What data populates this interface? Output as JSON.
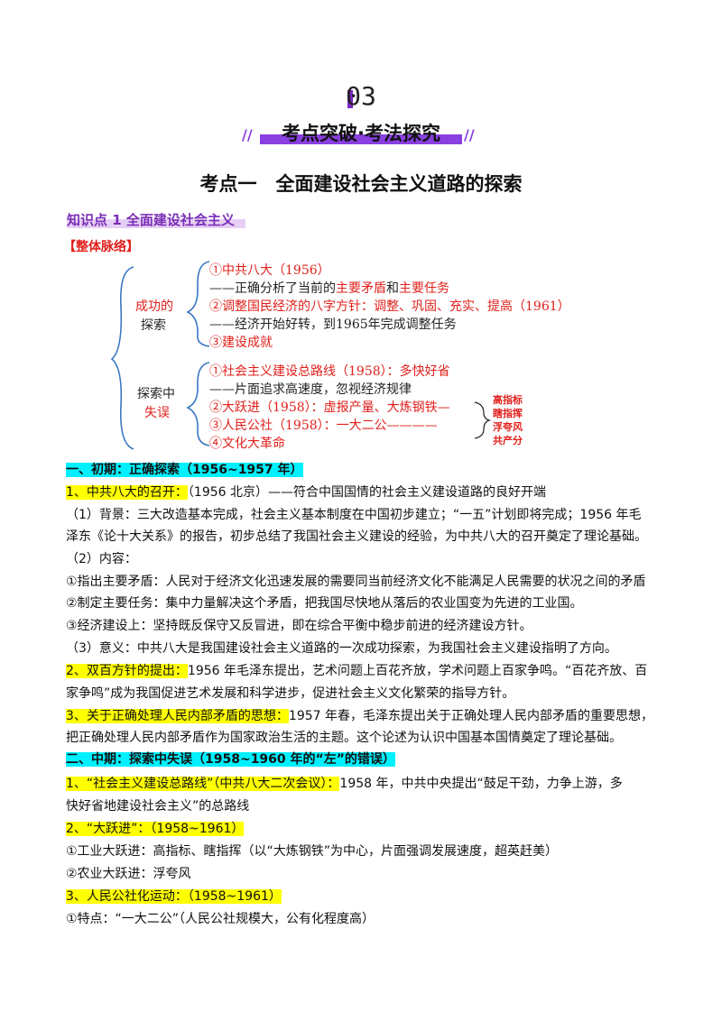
{
  "header": {
    "number": "03",
    "banner": "考点突破·考法探究",
    "slash_left": "//",
    "slash_right": "//"
  },
  "kaodian_title": "考点一　全面建设社会主义道路的探索",
  "zhishidian": "知识点 1  全面建设社会主义",
  "overall_tag": "【整体脉络】",
  "mindmap": {
    "branch1_label_a": "成功的",
    "branch1_label_b": "探索",
    "branch2_label_a": "探索中",
    "branch2_label_b": "失误",
    "b1": {
      "i1": "①中共八大（1956）",
      "i1_sub_a": "——正确分析了当前的",
      "i1_sub_red1": "主要矛盾",
      "i1_sub_b": "和",
      "i1_sub_red2": "主要任务",
      "i2": "②调整国民经济的八字方针：调整、巩固、充实、提高（1961）",
      "i2_sub": "——经济开始好转，到1965年完成调整任务",
      "i3": "③建设成就"
    },
    "b2": {
      "i1": "①社会主义建设总路线（1958）：多快好省",
      "i1_sub": "——片面追求高速度，忽视经济规律",
      "i2": "②大跃进（1958）：虚报产量、大炼钢铁—",
      "i3": "③人民公社（1958）：一大二公————",
      "i4": "④文化大革命"
    },
    "side": [
      "高指标",
      "瞎指挥",
      "浮夸风",
      "共产分"
    ]
  },
  "lines": {
    "s1": "一、初期：正确探索（1956~1957 年）",
    "l1_hl": "1、中共八大的召开：",
    "l1_rest": "（1956  北京）——符合中国国情的社会主义建设道路的良好开端",
    "l2": "（1）背景：三大改造基本完成，社会主义基本制度在中国初步建立；“一五”计划即将完成；1956 年毛",
    "l3": "泽东《论十大关系》的报告，初步总结了我国社会主义建设的经验，为中共八大的召开奠定了理论基础。",
    "l4": "（2）内容：",
    "l5": "①指出主要矛盾：人民对于经济文化迅速发展的需要同当前经济文化不能满足人民需要的状况之间的矛盾",
    "l6": "②制定主要任务：集中力量解决这个矛盾，把我国尽快地从落后的农业国变为先进的工业国。",
    "l7": "③经济建设上：坚持既反保守又反冒进，即在综合平衡中稳步前进的经济建设方针。",
    "l8": "（3）意义：中共八大是我国建设社会主义道路的一次成功探索，为我国社会主义建设指明了方向。",
    "l9_hl": "2、双百方针的提出：",
    "l9_rest": "1956 年毛泽东提出，艺术问题上百花齐放，学术问题上百家争鸣。“百花齐放、百",
    "l10": "家争鸣”成为我国促进艺术发展和科学进步，促进社会主义文化繁荣的指导方针。",
    "l11_hl": "3、关于正确处理人民内部矛盾的思想：",
    "l11_rest": "1957 年春，毛泽东提出关于正确处理人民内部矛盾的重要思想，",
    "l12": "把正确处理人民内部矛盾作为国家政治生活的主题。这个论述为认识中国基本国情奠定了理论基础。",
    "s2": "二、中期：探索中失误（1958~1960 年的“左”的错误）",
    "l13_hl": "1、“社会主义建设总路线”（中共八大二次会议）：",
    "l13_rest": "1958 年，中共中央提出“鼓足干劲，力争上游，多",
    "l14": "快好省地建设社会主义”的总路线",
    "l15_hl": "2、“大跃进”：（1958~1961）",
    "l16": "①工业大跃进：高指标、瞎指挥（以“大炼钢铁”为中心，片面强调发展速度，超英赶美）",
    "l17": "②农业大跃进：浮夸风",
    "l18_hl": "3、人民公社化运动：（1958~1961）",
    "l19": "①特点：“一大二公”（人民公社规模大，公有化程度高）"
  },
  "colors": {
    "accent_purple": "#8a3fe0",
    "red": "#e0201c",
    "highlight_yellow": "#ffff00",
    "highlight_cyan": "#00f0ff",
    "brace_blue": "#3a78c2"
  }
}
